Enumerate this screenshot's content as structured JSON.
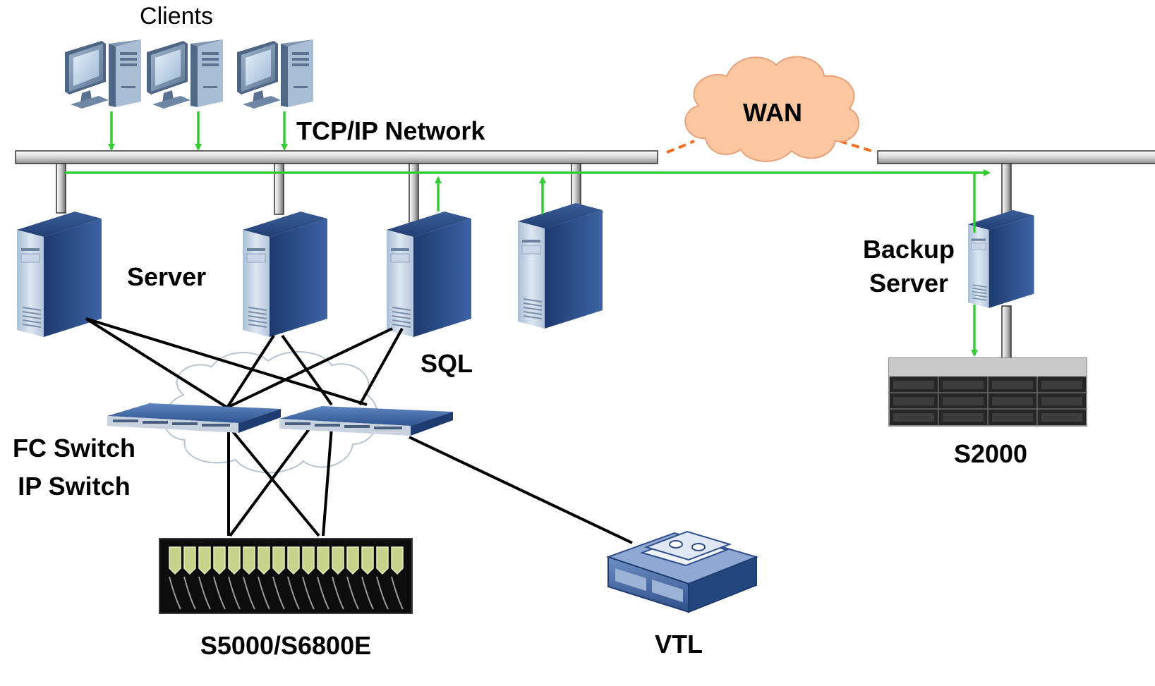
{
  "labels": {
    "clients": "Clients",
    "network": "TCP/IP Network",
    "wan": "WAN",
    "server": "Server",
    "sql": "SQL",
    "backup_line1": "Backup",
    "backup_line2": "Server",
    "switch_line1": "FC Switch",
    "switch_line2": "IP Switch",
    "storage": "S5000/S6800E",
    "vtl": "VTL",
    "s2000": "S2000"
  },
  "colors": {
    "flow_arrow": "#33cc33",
    "wan_link": "#f07020",
    "wan_cloud": "#fcc7a0",
    "server_blue": "#2a4a82",
    "link_black": "#000000"
  },
  "icons": {
    "client": "desktop-computer-icon",
    "server": "tower-server-icon",
    "switch": "network-switch-icon",
    "storage": "disk-array-icon",
    "vtl": "tape-library-icon",
    "cloud": "cloud-icon"
  }
}
